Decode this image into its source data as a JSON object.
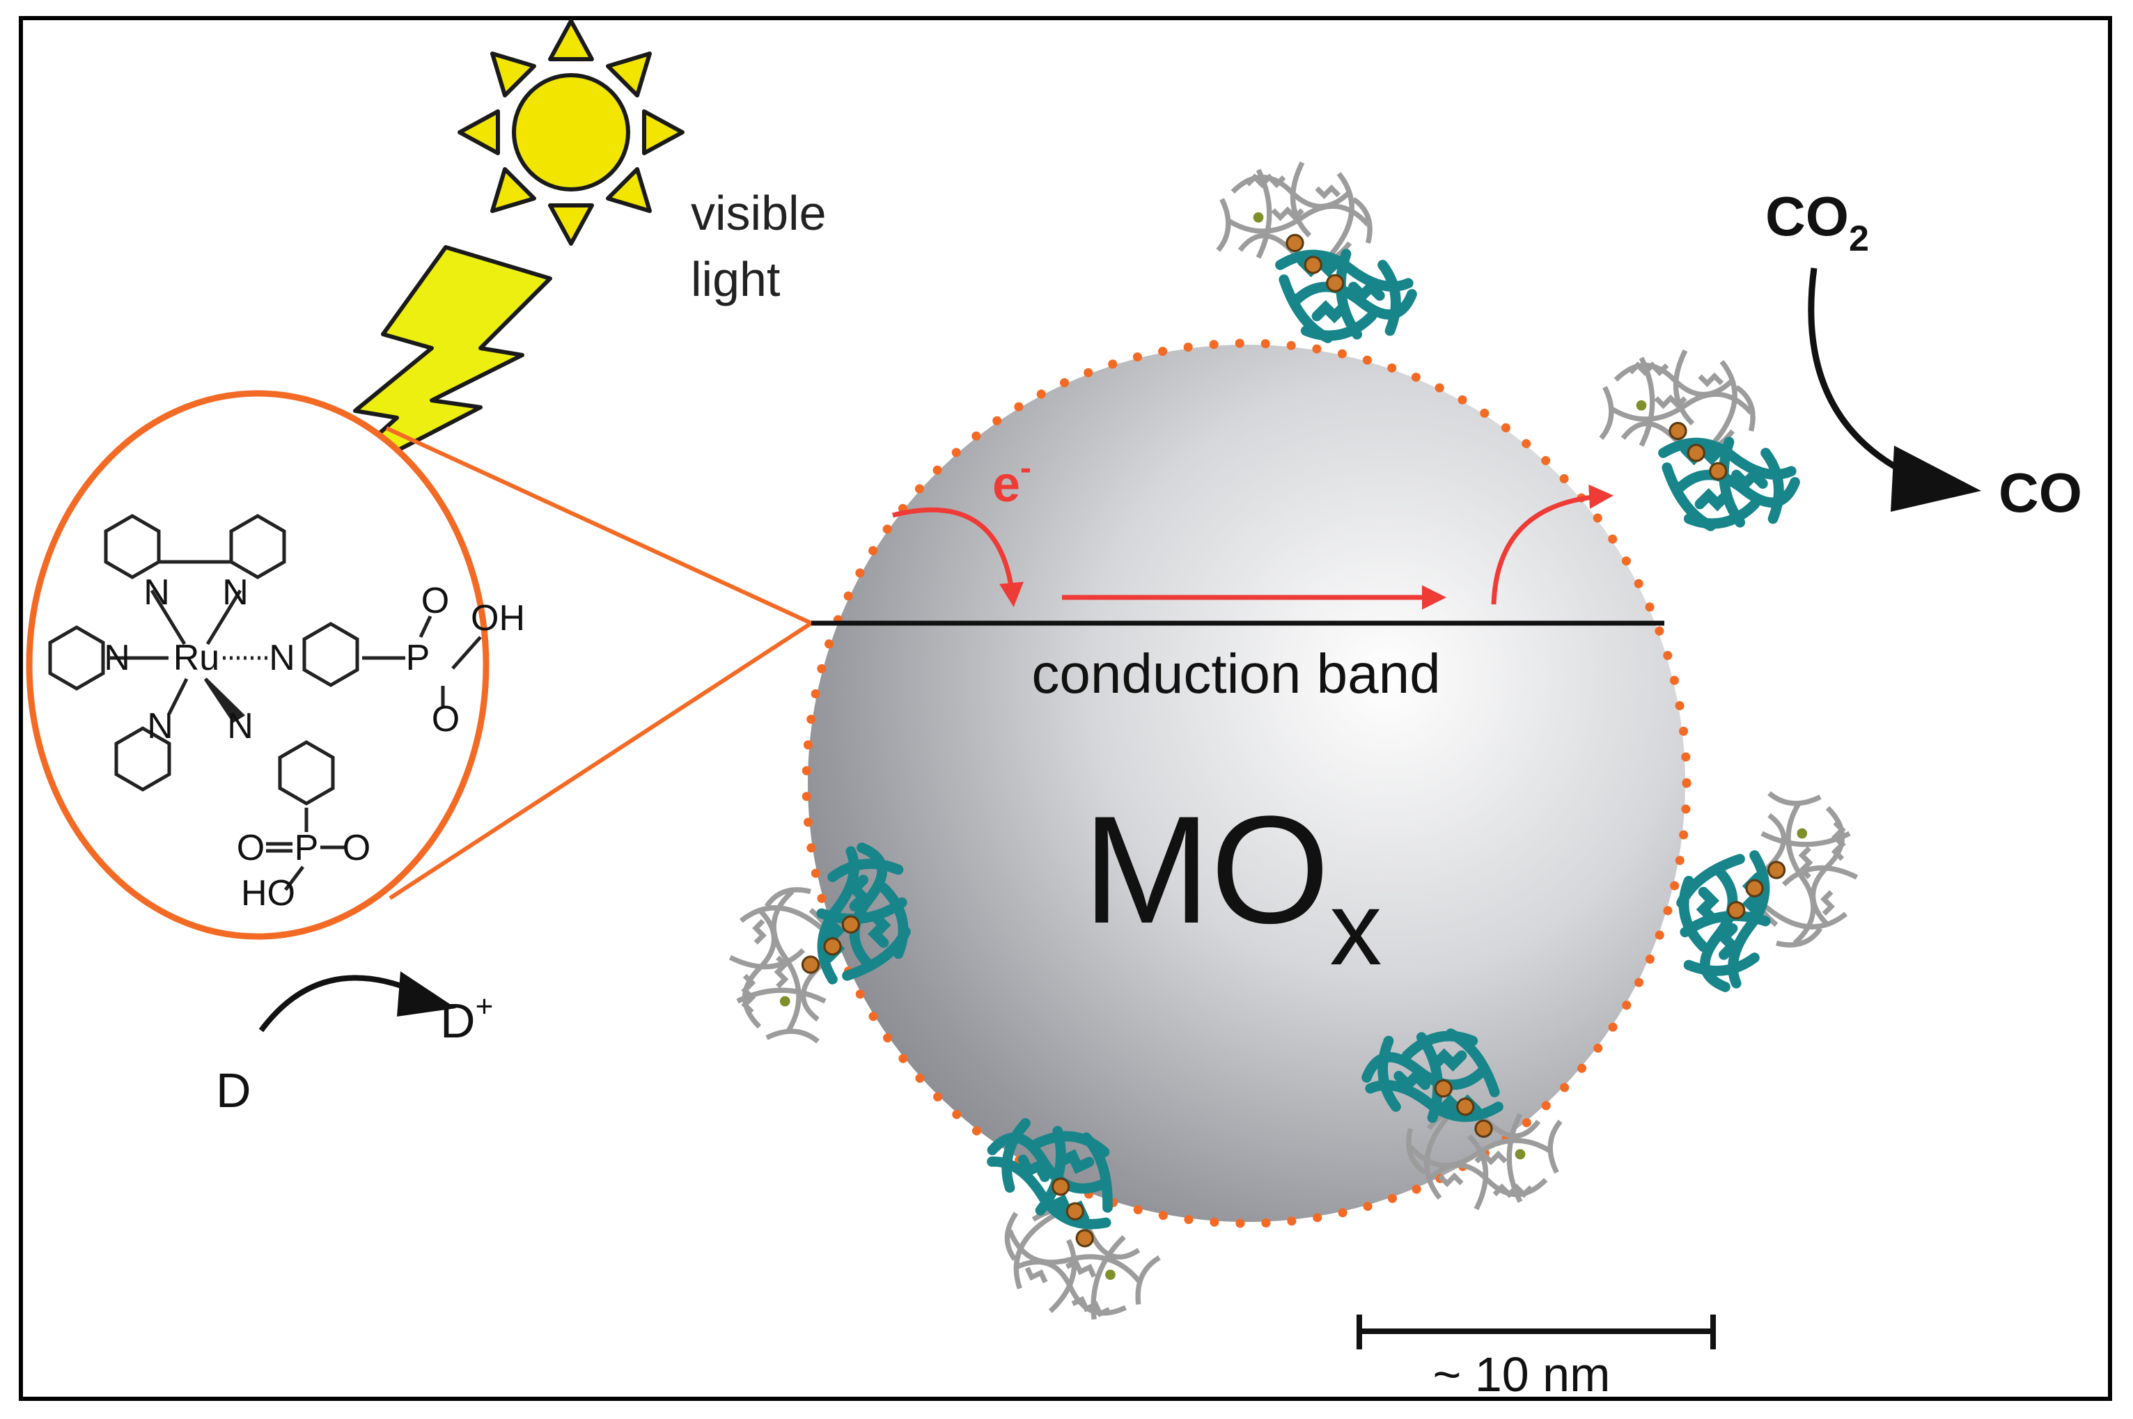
{
  "labels": {
    "visible_light": [
      "visible",
      "light"
    ],
    "electron": "e",
    "electron_sup": "-",
    "conduction_band": "conduction band",
    "oxide_main": "MO",
    "oxide_sub": "x",
    "co2_main": "CO",
    "co2_sub": "2",
    "co": "CO",
    "donor": "D",
    "donor_oxidized": "D",
    "donor_oxidized_sup": "+",
    "scale_bar": "~ 10 nm"
  },
  "molecule": {
    "atoms": {
      "n1": "N",
      "n2": "N",
      "n3": "N",
      "n4": "N",
      "n5": "N",
      "n6": "N",
      "ru": "Ru",
      "p1": "P",
      "p2": "P",
      "o1": "O",
      "oh1": "OH",
      "o2": "O",
      "o3": "O",
      "o4": "O",
      "ho": "HO"
    }
  },
  "colors": {
    "sun_fill": "#f2e600",
    "bolt_fill": "#ecef10",
    "accent_orange": "#f36a25",
    "electron_red": "#ee3b36",
    "protein_teal": "#17858a",
    "protein_gray": "#a8a8a8",
    "cluster_orange": "#c8782a"
  },
  "icons": {
    "sun": "sun-icon",
    "lightning": "lightning-bolt-icon",
    "protein": "enzyme-protein-icon"
  }
}
